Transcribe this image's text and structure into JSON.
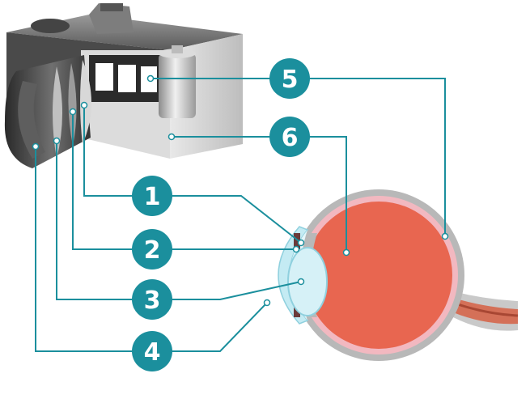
{
  "colors": {
    "teal": "#1b8f9d",
    "eye_red": "#e86650",
    "sclera_gray": "#b8b8b8",
    "choroid_pink": "#f2b8c0",
    "lens_blue": "#d6f1f7",
    "cornea_blue": "#c4ebf3"
  },
  "labels": {
    "l1": "1",
    "l2": "2",
    "l3": "3",
    "l4": "4",
    "l5": "5",
    "l6": "6"
  }
}
